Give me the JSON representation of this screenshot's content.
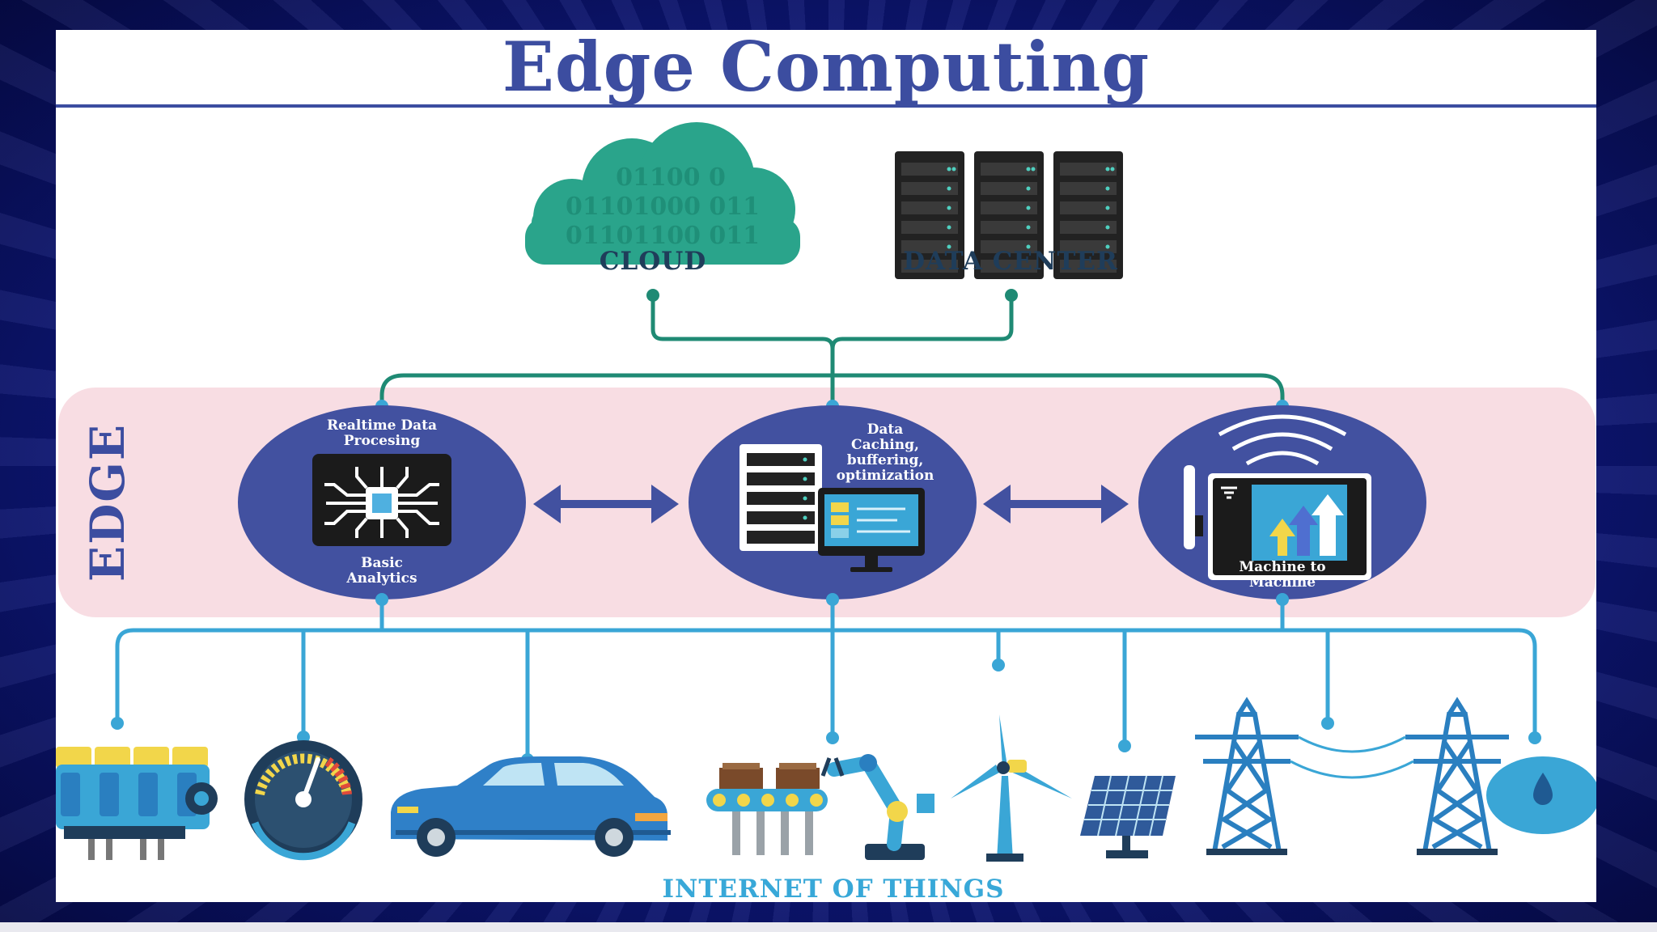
{
  "title": "Edge Computing",
  "top": {
    "cloud_label": "CLOUD",
    "datacenter_label": "DATA CENTER",
    "binary_rows": [
      "01100 0",
      "01101000 011",
      "01101100 011"
    ]
  },
  "edge": {
    "label": "EDGE",
    "nodes": [
      {
        "top_label": "Realtime Data\nProcesing",
        "bottom_label": "Basic\nAnalytics"
      },
      {
        "label": "Data\nCaching,\nbuffering,\noptimization"
      },
      {
        "label": "Machine to\nMachine"
      }
    ]
  },
  "iot": {
    "label": "INTERNET OF THINGS",
    "devices": [
      "engine",
      "speedometer",
      "car",
      "conveyor-robot-arm",
      "wind-turbine",
      "solar-panel",
      "power-tower",
      "power-tower",
      "water-drop"
    ]
  },
  "colors": {
    "title": "#3c4da0",
    "node_fill": "#4251a0",
    "teal_line": "#1f8a74",
    "blue_line": "#3aa6d6",
    "edge_band": "#f8dde3",
    "cloud": "#2aa48b",
    "iot_label": "#38a8d8"
  }
}
